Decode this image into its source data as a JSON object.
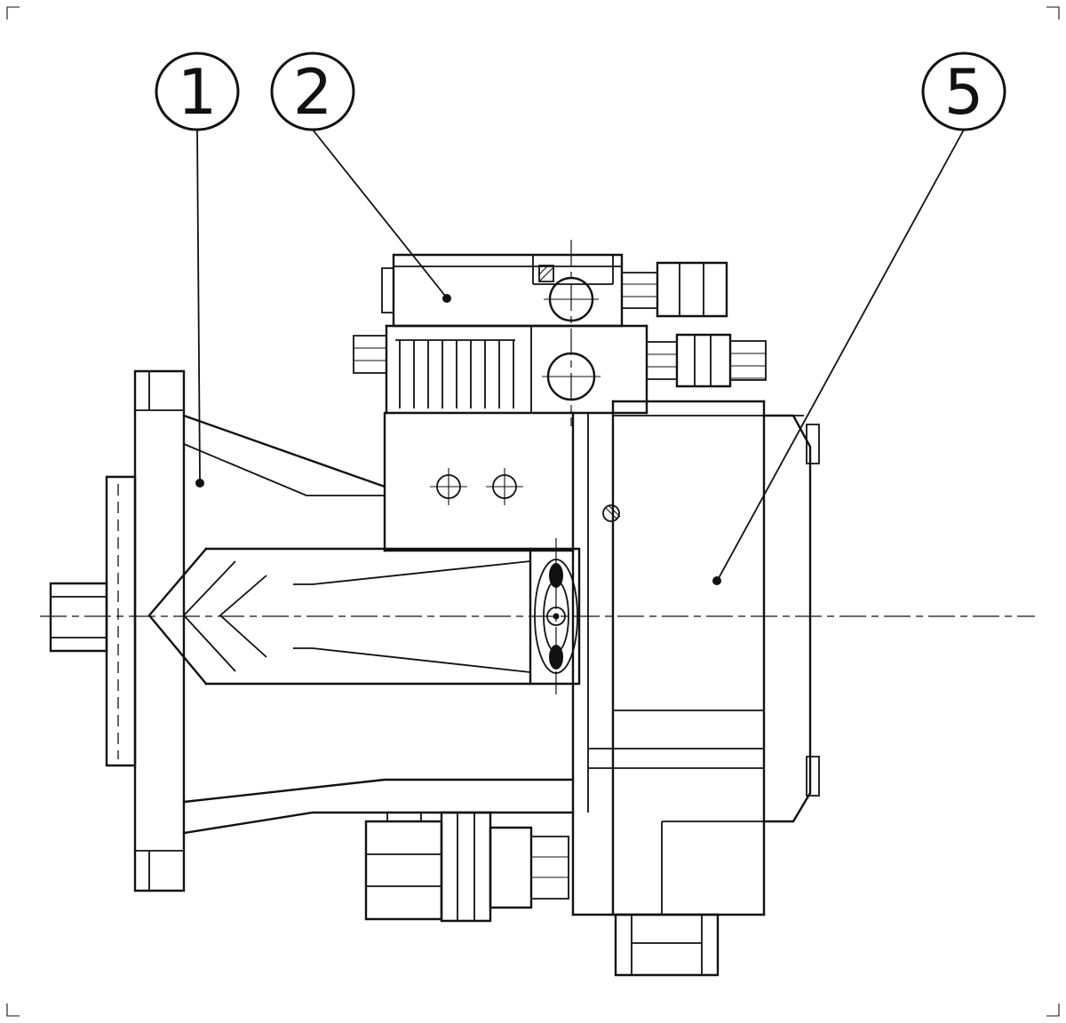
{
  "page": {
    "background": "#ffffff",
    "line_color": "#111111"
  },
  "diagram": {
    "type": "technical-drawing",
    "description": "Cross-section line drawing of a pump assembly with numbered part callouts",
    "callouts": [
      {
        "id": "callout-1",
        "label": "1"
      },
      {
        "id": "callout-2",
        "label": "2"
      },
      {
        "id": "callout-5",
        "label": "5"
      }
    ]
  }
}
